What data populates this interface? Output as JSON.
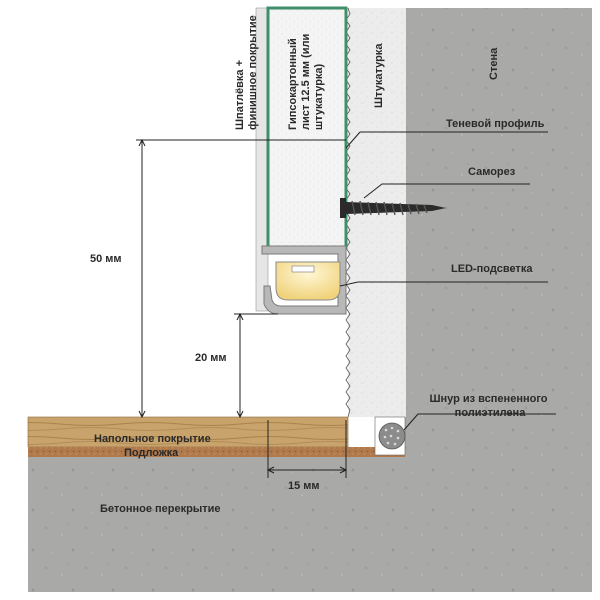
{
  "labels": {
    "putty": [
      "Шпатлёвка +",
      "финишное покрытие"
    ],
    "drywall": [
      "Гипсокартонный",
      "лист 12.5 мм (или",
      "штукатурка)"
    ],
    "plaster": "Штукатурка",
    "wall": "Стена",
    "shadow_profile": "Теневой профиль",
    "screw": "Саморез",
    "led": "LED-подсветка",
    "cord": [
      "Шнур из вспененного",
      "полиэтилена"
    ],
    "floor_covering": "Напольное покрытие",
    "underlay": "Подложка",
    "concrete_slab": "Бетонное перекрытие"
  },
  "dimensions": {
    "height_total": "50 мм",
    "height_profile": "20 мм",
    "width_gap": "15 мм"
  },
  "colors": {
    "concrete": "#a9a9a7",
    "plaster": "#ececec",
    "drywall_frame": "#3f8f6a",
    "wood": "#c9a36c",
    "underlay": "#b07a4c",
    "profile": "#b8b8b8"
  }
}
